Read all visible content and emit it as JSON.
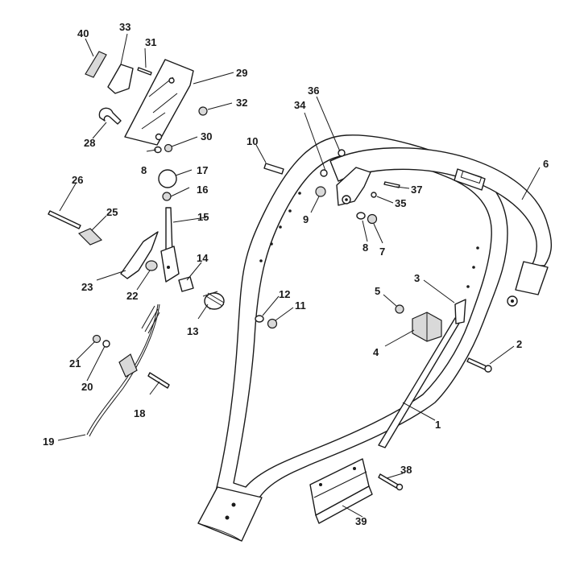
{
  "diagram": {
    "callouts": [
      "1",
      "2",
      "3",
      "4",
      "5",
      "6",
      "7",
      "8",
      "9",
      "10",
      "11",
      "12",
      "13",
      "14",
      "15",
      "16",
      "17",
      "18",
      "19",
      "20",
      "21",
      "22",
      "23",
      "25",
      "26",
      "28",
      "29",
      "30",
      "31",
      "32",
      "33",
      "34",
      "35",
      "36",
      "37",
      "38",
      "39",
      "40"
    ],
    "label_8": "8"
  }
}
